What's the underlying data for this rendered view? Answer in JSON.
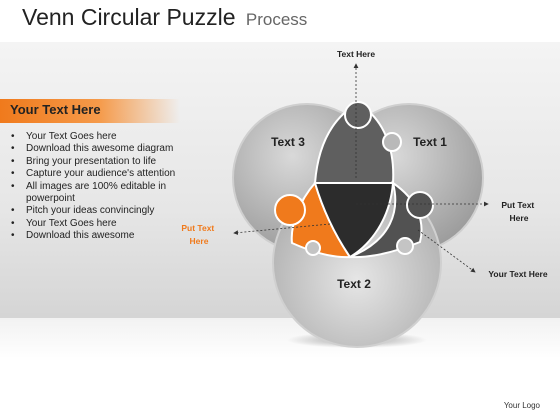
{
  "slide": {
    "title": "Venn Circular Puzzle",
    "subtitle": "Process",
    "logo": "Your Logo"
  },
  "panel": {
    "header": "Your Text Here",
    "accent_color": "#f07a1c",
    "bullets": [
      "Your Text Goes here",
      "Download this awesome diagram",
      "Bring your presentation to life",
      "Capture your audience's attention",
      "All images are 100% editable in powerpoint",
      "Pitch your ideas convincingly",
      "Your Text Goes here",
      "Download this awesome"
    ]
  },
  "venn": {
    "circles": [
      {
        "label": "Text 3",
        "color": "#b9b9b9"
      },
      {
        "label": "Text 1",
        "color": "#b9b9b9"
      },
      {
        "label": "Text 2",
        "color": "#c4c4c4"
      }
    ],
    "pieces": {
      "top": {
        "color": "#5f5f5f"
      },
      "left": {
        "color": "#f07a1c"
      },
      "right": {
        "color": "#525252"
      },
      "center": {
        "color": "#2c2c2c"
      }
    },
    "callouts": {
      "top": "Text Here",
      "right": "Put Text Here",
      "left": "Put Text Here",
      "bottom_right": "Your Text Here"
    }
  }
}
